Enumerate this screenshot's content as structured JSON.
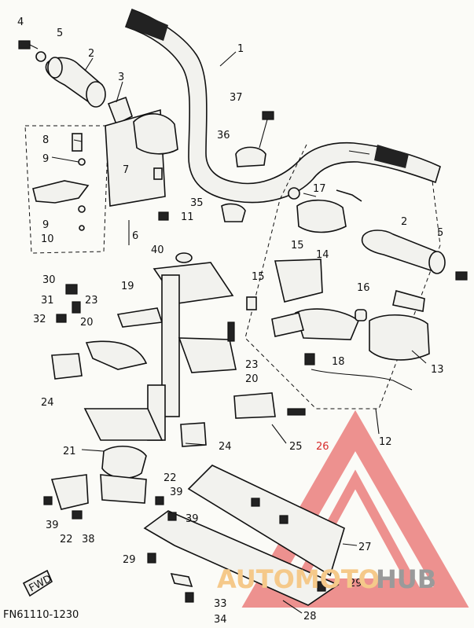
{
  "diagram": {
    "code": "FN61110-1230",
    "direction_label": "FWD",
    "parts": [
      {
        "n": "1"
      },
      {
        "n": "2"
      },
      {
        "n": "3"
      },
      {
        "n": "4"
      },
      {
        "n": "5"
      },
      {
        "n": "6"
      },
      {
        "n": "7"
      },
      {
        "n": "8"
      },
      {
        "n": "9"
      },
      {
        "n": "9"
      },
      {
        "n": "10"
      },
      {
        "n": "11"
      },
      {
        "n": "12"
      },
      {
        "n": "13"
      },
      {
        "n": "14"
      },
      {
        "n": "15"
      },
      {
        "n": "15"
      },
      {
        "n": "16"
      },
      {
        "n": "17"
      },
      {
        "n": "18"
      },
      {
        "n": "19"
      },
      {
        "n": "20"
      },
      {
        "n": "20"
      },
      {
        "n": "21"
      },
      {
        "n": "22"
      },
      {
        "n": "22"
      },
      {
        "n": "23"
      },
      {
        "n": "23"
      },
      {
        "n": "24"
      },
      {
        "n": "24"
      },
      {
        "n": "25"
      },
      {
        "n": "26"
      },
      {
        "n": "27"
      },
      {
        "n": "28"
      },
      {
        "n": "29"
      },
      {
        "n": "29"
      },
      {
        "n": "30"
      },
      {
        "n": "31"
      },
      {
        "n": "32"
      },
      {
        "n": "33"
      },
      {
        "n": "34"
      },
      {
        "n": "35"
      },
      {
        "n": "36"
      },
      {
        "n": "37"
      },
      {
        "n": "38"
      },
      {
        "n": "39"
      },
      {
        "n": "39"
      },
      {
        "n": "39"
      },
      {
        "n": "40"
      },
      {
        "n": "2"
      },
      {
        "n": "5"
      }
    ]
  },
  "watermark": {
    "part1": "AUTOMOTO",
    "part2": "HUB",
    "color1": "#f5c98a",
    "color2": "#9a9a9a",
    "triangle_color": "#e23b3b"
  },
  "colors": {
    "ink": "#111111",
    "paper": "#fbfbf7",
    "highlight_number": "#d62b2b"
  }
}
